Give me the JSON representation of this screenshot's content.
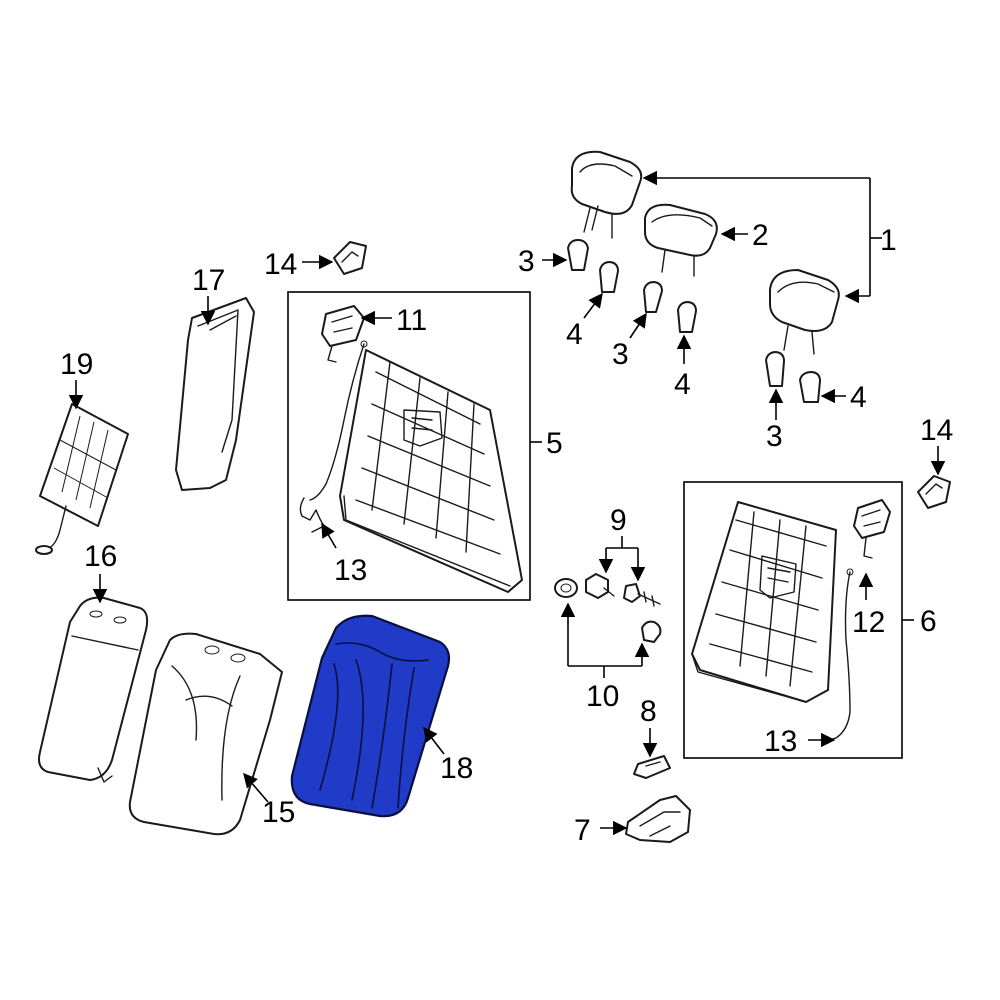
{
  "colors": {
    "highlight": "#1f3bc7",
    "outline": "#1a1a1a",
    "background": "#ffffff"
  },
  "callouts": {
    "c1": "1",
    "c2": "2",
    "c3a": "3",
    "c3b": "3",
    "c3c": "3",
    "c4a": "4",
    "c4b": "4",
    "c4c": "4",
    "c5": "5",
    "c6": "6",
    "c7": "7",
    "c8": "8",
    "c9": "9",
    "c10": "10",
    "c11": "11",
    "c12": "12",
    "c13a": "13",
    "c13b": "13",
    "c14a": "14",
    "c14b": "14",
    "c15": "15",
    "c16": "16",
    "c17": "17",
    "c18": "18",
    "c19": "19"
  },
  "highlighted_part": "18"
}
